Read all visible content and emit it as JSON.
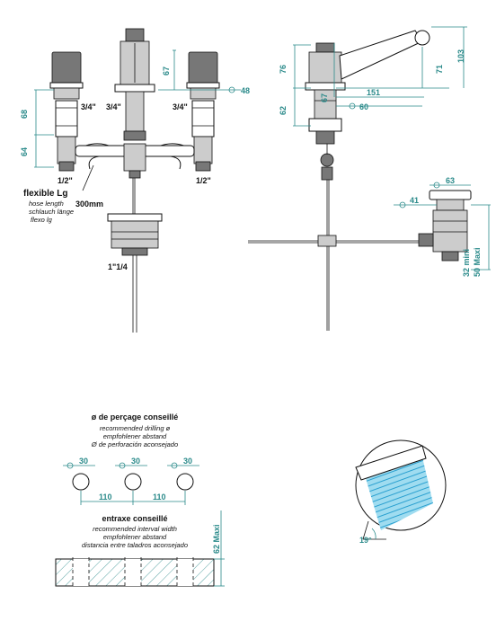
{
  "colors": {
    "dimension": "#2a8a8a",
    "line": "#111111",
    "spray": "#3ab0e0"
  },
  "front_view": {
    "dim_68": "68",
    "dim_64": "64",
    "dim_67": "67",
    "dim_48": "48",
    "thread_left": "3/4\"",
    "thread_mid": "3/4\"",
    "thread_right": "3/4\"",
    "thread_bottom_left": "1/2\"",
    "thread_bottom_right": "1/2\"",
    "flexible_label": "flexible Lg",
    "hose_en": "hose length",
    "hose_de": "schlauch länge",
    "hose_es": "flexo lg",
    "hose_length": "300mm",
    "drain_thread": "1\"1/4"
  },
  "side_view": {
    "dim_76": "76",
    "dim_62": "62",
    "dim_67": "67",
    "dim_71": "71",
    "dim_103": "103",
    "dim_151": "151",
    "dim_60": "60"
  },
  "waste_detail": {
    "dim_63": "63",
    "dim_41": "41",
    "dim_32": "32 mini",
    "dim_50": "50 Maxi"
  },
  "drilling": {
    "title": "ø de perçage conseillé",
    "en": "recommended drilling ø",
    "de": "empfohlener abstand",
    "es": "Ø de perforación aconsejado",
    "holes": [
      "30",
      "30",
      "30"
    ],
    "spacing": [
      "110",
      "110"
    ]
  },
  "interval": {
    "title": "entraxe conseillé",
    "en": "recommended interval width",
    "de": "empfohlener abstand",
    "es": "distancia entre taladros aconsejado",
    "thickness": "62 Maxi"
  },
  "spray_detail": {
    "angle": "19°"
  }
}
